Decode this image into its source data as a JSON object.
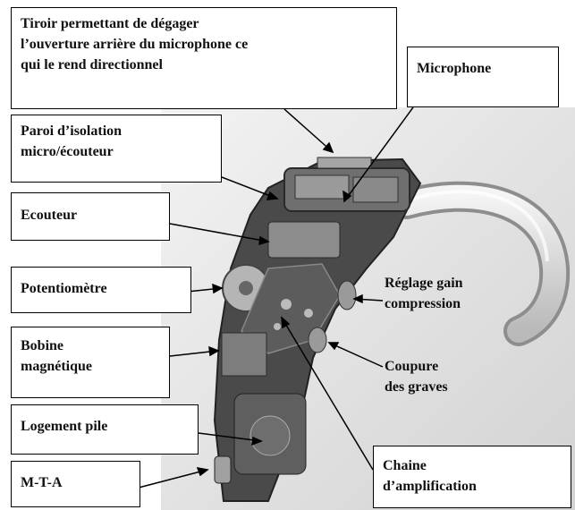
{
  "labels": {
    "tiroir": "Tiroir permettant de dégager\nl’ouverture arrière du microphone ce\nqui le rend directionnel",
    "microphone": "Microphone",
    "paroi": "Paroi d’isolation\nmicro/écouteur",
    "ecouteur": "Ecouteur",
    "potentiometre": "Potentiomètre",
    "bobine": "Bobine\nmagnétique",
    "logement": "Logement pile",
    "mta": "M-T-A",
    "reglage": "Réglage gain\ncompression",
    "coupure": "Coupure\ndes graves",
    "chaine": "Chaine\nd’amplification"
  },
  "colors": {
    "background": "#ffffff",
    "photo_bg": "#e6e6e6",
    "device_dark": "#3d3d3d",
    "device_mid": "#7a7a7a",
    "tube": "#d8d8d8"
  }
}
